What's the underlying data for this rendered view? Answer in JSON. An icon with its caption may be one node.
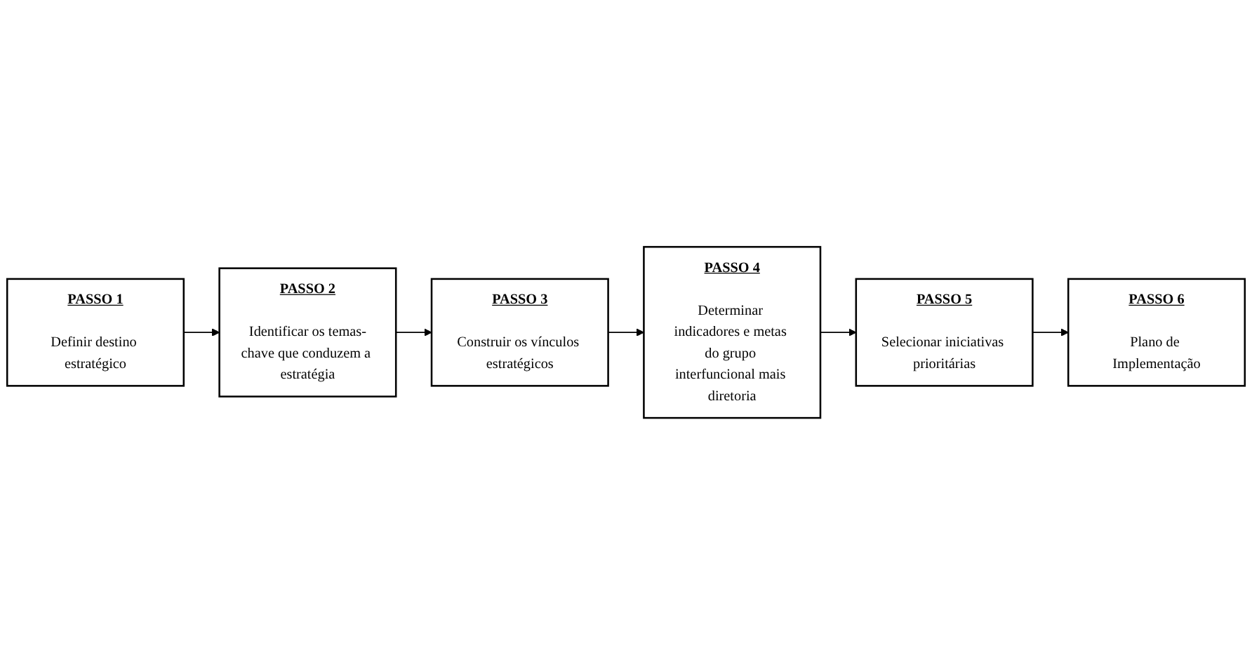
{
  "diagram": {
    "nodes": [
      {
        "text": [
          "PASSO 1",
          "Definir destino estratégico"
        ]
      },
      {
        "text": [
          "PASSO 2",
          "Identificar os temas-chave que conduzem a estratégia"
        ]
      },
      {
        "text": [
          "PASSO 3",
          "Construir os vínculos estratégicos"
        ]
      },
      {
        "text": [
          "PASSO 4",
          "Determinar indicadores e metas do grupo interfuncional mais diretoria"
        ]
      },
      {
        "text": [
          "PASSO 5",
          "Selecionar iniciativas prioritárias"
        ]
      },
      {
        "text": [
          "PASSO 6",
          "Plano de Implementação"
        ]
      }
    ],
    "edges": [
      {
        "from": 0,
        "to": 1,
        "arrow": "to"
      },
      {
        "from": 1,
        "to": 2,
        "arrow": "to"
      },
      {
        "from": 2,
        "to": 3,
        "arrow": "to"
      },
      {
        "from": 3,
        "to": 4,
        "arrow": "to"
      },
      {
        "from": 4,
        "to": 5,
        "arrow": "to"
      }
    ]
  }
}
